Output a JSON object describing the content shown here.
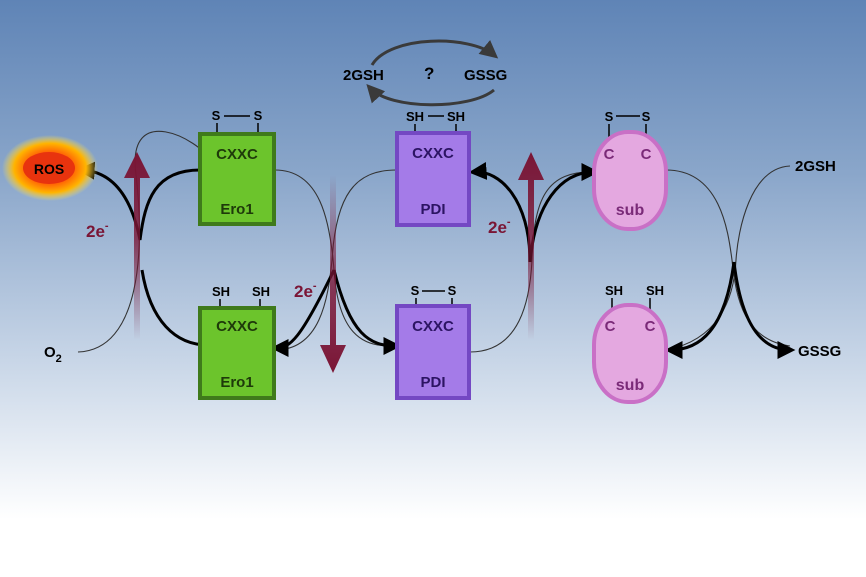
{
  "cycle": {
    "left": "2GSH",
    "mark": "?",
    "right": "GSSG"
  },
  "ros": "ROS",
  "oxygen": {
    "base": "O",
    "sub": "2"
  },
  "electrons": {
    "base": "2e",
    "sup": "-"
  },
  "proteins": {
    "ero1_top": {
      "motif": "CXXC",
      "name": "Ero1",
      "left_bond": "S",
      "right_bond": "S"
    },
    "ero1_bottom": {
      "motif": "CXXC",
      "name": "Ero1",
      "left_bond": "SH",
      "right_bond": "SH"
    },
    "pdi_top": {
      "motif": "CXXC",
      "name": "PDI",
      "left_bond": "SH",
      "right_bond": "SH"
    },
    "pdi_bottom": {
      "motif": "CXXC",
      "name": "PDI",
      "left_bond": "S",
      "right_bond": "S"
    },
    "sub_top": {
      "res_left": "C",
      "res_right": "C",
      "name": "sub",
      "left_bond": "S",
      "right_bond": "S"
    },
    "sub_bottom": {
      "res_left": "C",
      "res_right": "C",
      "name": "sub",
      "left_bond": "SH",
      "right_bond": "SH"
    }
  },
  "glutathione": {
    "reduced": "2GSH",
    "oxidized": "GSSG"
  },
  "colors": {
    "ero1_fill": "#6cc42c",
    "ero1_stroke": "#3f7a1b",
    "pdi_fill": "#a47be8",
    "pdi_stroke": "#7448c3",
    "sub_fill": "#e4a8e0",
    "sub_stroke": "#c970c6",
    "electron_arrow": "#7a1535",
    "ros_core": "#e8330e",
    "ros_glow": "#ffd21c"
  }
}
